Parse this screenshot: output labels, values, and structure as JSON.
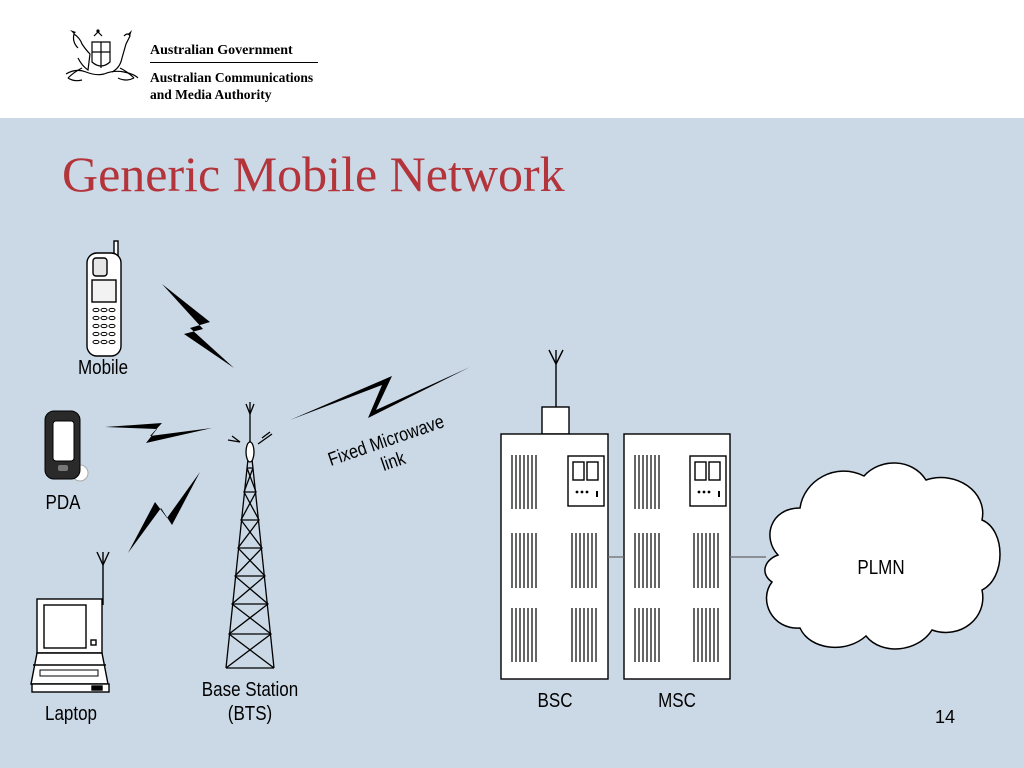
{
  "header": {
    "government": "Australian Government",
    "agency_line1": "Australian Communications",
    "agency_line2": "and Media Authority"
  },
  "slide": {
    "title": "Generic Mobile Network",
    "page_number": "14"
  },
  "diagram": {
    "devices": {
      "mobile": "Mobile",
      "pda": "PDA",
      "laptop": "Laptop"
    },
    "base_station": {
      "line1": "Base Station",
      "line2": "(BTS)"
    },
    "link": {
      "line1": "Fixed Microwave",
      "line2": "link"
    },
    "bsc": "BSC",
    "msc": "MSC",
    "plmn": "PLMN"
  },
  "colors": {
    "background": "#cbd9e6",
    "title": "#b3343a",
    "header_bg": "#ffffff"
  }
}
